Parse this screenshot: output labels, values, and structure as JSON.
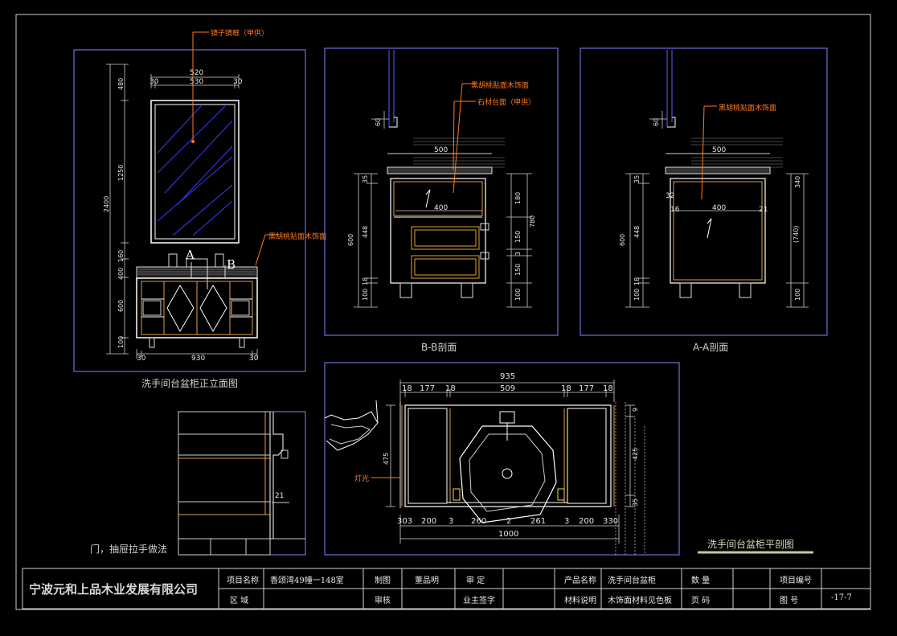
{
  "views": {
    "front": {
      "title": "洗手间台盆柜正立面图"
    },
    "section_bb": {
      "title": "B-B剖面"
    },
    "section_aa": {
      "title": "A-A剖面"
    },
    "handle_detail": {
      "title": "门，抽屉拉手做法"
    },
    "plan": {
      "title": "洗手间台盆柜平剖图"
    }
  },
  "notes": {
    "mirror_frame": "镜子镜框（甲供）",
    "veneer_front": "黑胡桃贴面木饰面",
    "veneer_bb": "黑胡桃贴面木饰面",
    "stone_top": "石材台面（甲供）",
    "veneer_aa": "黑胡桃贴面木饰面",
    "light": "灯光",
    "mark_a": "A",
    "mark_b": "B"
  },
  "dims": {
    "front": {
      "mirror_w": "520",
      "mirror_inner": "530",
      "mirror_side_l": "30",
      "mirror_side_r": "30",
      "h_total": "2400",
      "h_top": "480",
      "h_mirror": "1250",
      "h_gap": "160",
      "h_counter": "400",
      "h_cabinet": "600",
      "h_leg": "100",
      "cab_w": "930",
      "cab_side_l": "30",
      "cab_side_r": "30"
    },
    "bb": {
      "w_top": "500",
      "w_inner": "400",
      "h_left": "600",
      "l1": "35",
      "l2": "448",
      "l3": "18",
      "l4": "100",
      "r1": "180",
      "r2": "780",
      "r3": "150",
      "r4": "3",
      "r5": "150",
      "r6": "100",
      "top_side": "60"
    },
    "aa": {
      "w_top": "500",
      "w_inner": "400",
      "h_left": "600",
      "l1": "35",
      "l2": "448",
      "l3": "18",
      "l4": "100",
      "r1": "340",
      "r2": "(740)",
      "r3": "100",
      "s1": "32",
      "s2": "16",
      "s3": "21",
      "top_side": "60"
    },
    "handle": {
      "d": "21"
    },
    "plan": {
      "total_top": "935",
      "top_segs": [
        "18",
        "177",
        "18",
        "509",
        "18",
        "177",
        "18"
      ],
      "bot_segs": [
        "303",
        "200",
        "3",
        "260",
        "2",
        "261",
        "3",
        "200",
        "330"
      ],
      "total_bottom": "1000",
      "depth": "475",
      "r_depth": "425",
      "r_a": "9",
      "r_b": "35"
    }
  },
  "title_block": {
    "company": "宁波元和上品木业发展有限公司",
    "project_name_label": "项目名称",
    "project_name_value": "香颂湾49幢一148室",
    "area_label": "区  域",
    "drawer_label": "制图",
    "drawer_value": "董品明",
    "review_label": "审  定",
    "check_label": "审核",
    "owner_sign_label": "业主签字",
    "product_label": "产品名称",
    "product_value": "洗手间台盆柜",
    "material_label": "材料说明",
    "material_value": "木饰面材料见色板",
    "qty_label": "数  量",
    "page_label": "页  码",
    "proj_no_label": "项目编号",
    "drawing_no_label": "图  号",
    "drawing_no_value": "-17-7"
  }
}
